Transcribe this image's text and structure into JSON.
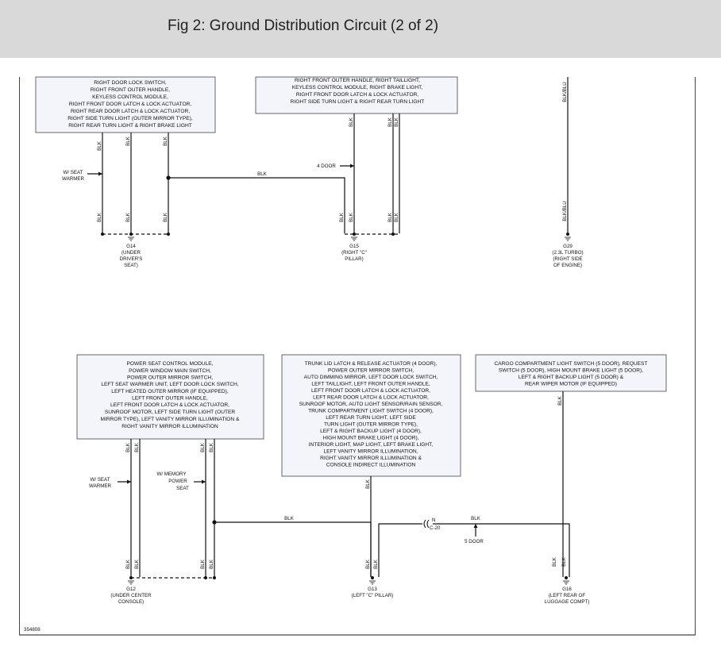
{
  "header": {
    "title": "Fig 2: Ground Distribution Circuit (2 of 2)"
  },
  "figure_id": "354808",
  "boxes": {
    "b1": [
      "RIGHT DOOR LOCK SWITCH,",
      "RIGHT FRONT OUTER HANDLE,",
      "KEYLESS CONTROL MODULE,",
      "RIGHT FRONT DOOR LATCH & LOCK ACTUATOR,",
      "RIGHT REAR DOOR LATCH & LOCK ACTUATOR,",
      "RIGHT SIDE TURN LIGHT (OUTER MIRROR TYPE),",
      "RIGHT REAR TURN LIGHT & RIGHT BRAKE LIGHT"
    ],
    "b2": [
      "RIGHT FRONT OUTER HANDLE, RIGHT TAILLIGHT,",
      "KEYLESS CONTROL MODULE, RIGHT BRAKE LIGHT,",
      "RIGHT FRONT DOOR LATCH & LOCK ACTUATOR,",
      "RIGHT SIDE TURN LIGHT & RIGHT REAR TURN LIGHT"
    ],
    "b3": [
      "POWER SEAT CONTROL MODULE,",
      "POWER WINDOW MAIN SWITCH,",
      "POWER OUTER MIRROR SWITCH,",
      "LEFT SEAT WARMER UNIT, LEFT DOOR LOCK SWITCH,",
      "LEFT HEATED OUTER MIRROR      (IF EQUIPPED),",
      "LEFT FRONT OUTER HANDLE,",
      "LEFT FRONT DOOR LATCH & LOCK ACTUATOR,",
      "SUNROOF MOTOR, LEFT SIDE TURN LIGHT (OUTER",
      "MIRROR TYPE), LEFT VANITY MIRROR ILLUMINATION &",
      "RIGHT VANITY MIRROR ILLUMINATION"
    ],
    "b4": [
      "TRUNK LID LATCH & RELEASE ACTUATOR (4 DOOR),",
      "POWER OUTER MIRROR SWITCH,",
      "AUTO DIMMING MIRROR, LEFT DOOR LOCK SWITCH,",
      "LEFT TAILLIGHT, LEFT FRONT OUTER HANDLE,",
      "LEFT FRONT DOOR LATCH & LOCK ACTUATOR,",
      "LEFT REAR DOOR LATCH & LOCK ACTUATOR,",
      "SUNROOF MOTOR, AUTO LIGHT SENSOR/RAIN SENSOR,",
      "TRUNK COMPARTMENT LIGHT SWITCH (4 DOOR),",
      "LEFT REAR TURN LIGHT, LEFT SIDE",
      "TURN LIGHT (OUTER MIRROR TYPE),",
      "LEFT & RIGHT BACKUP LIGHT (4 DOOR),",
      "HIGH MOUNT BRAKE LIGHT (4 DOOR),",
      "INTERIOR LIGHT, MAP LIGHT, LEFT BRAKE LIGHT,",
      "LEFT VANITY MIRROR ILLUMINATION,",
      "RIGHT VANITY MIRROR ILLUMINATION &",
      "CONSOLE INDIRECT ILLUMINATION"
    ],
    "b5": [
      "CARGO COMPARTMENT LIGHT SWITCH (5 DOOR), REQUEST",
      "SWITCH (5 DOOR), HIGH MOUNT BRAKE LIGHT (5 DOOR),",
      "LEFT & RIGHT BACKUP LIGHT (5 DOOR) &",
      "REAR WIPER MOTOR (IF EQUIPPED)"
    ]
  },
  "wire_colors": {
    "blk": "BLK",
    "blkblu": "BLK/BLU"
  },
  "notes": {
    "seat_warmer_top": [
      "W/ SEAT",
      "WARMER"
    ],
    "four_door": "4 DOOR",
    "seat_warmer_bottom": [
      "W/ SEAT",
      "WARMER"
    ],
    "memory_seat": [
      "W/ MEMORY",
      "POWER",
      "SEAT"
    ],
    "five_door": "5 DOOR",
    "connector_pin": "N",
    "connector_name": "C-20"
  },
  "grounds": {
    "g14": [
      "G14",
      "(UNDER",
      "DRIVER'S",
      "SEAT)"
    ],
    "g15": [
      "G15",
      "(RIGHT \"C\"",
      "PILLAR)"
    ],
    "g29": [
      "G29",
      "(2.3L TURBO)",
      "(RIGHT SIDE",
      "OF ENGINE)"
    ],
    "g12": [
      "G12",
      "(UNDER CENTER",
      "CONSOLE)"
    ],
    "g13": [
      "G13",
      "(LEFT \"C\" PILLAR)"
    ],
    "g16": [
      "G16",
      "(LEFT REAR OF",
      "LUGGAGE COMPT)"
    ]
  },
  "colors": {
    "header_bg": "#d9d9d9",
    "box_fill": "#f4f4fb",
    "line": "#111111"
  }
}
